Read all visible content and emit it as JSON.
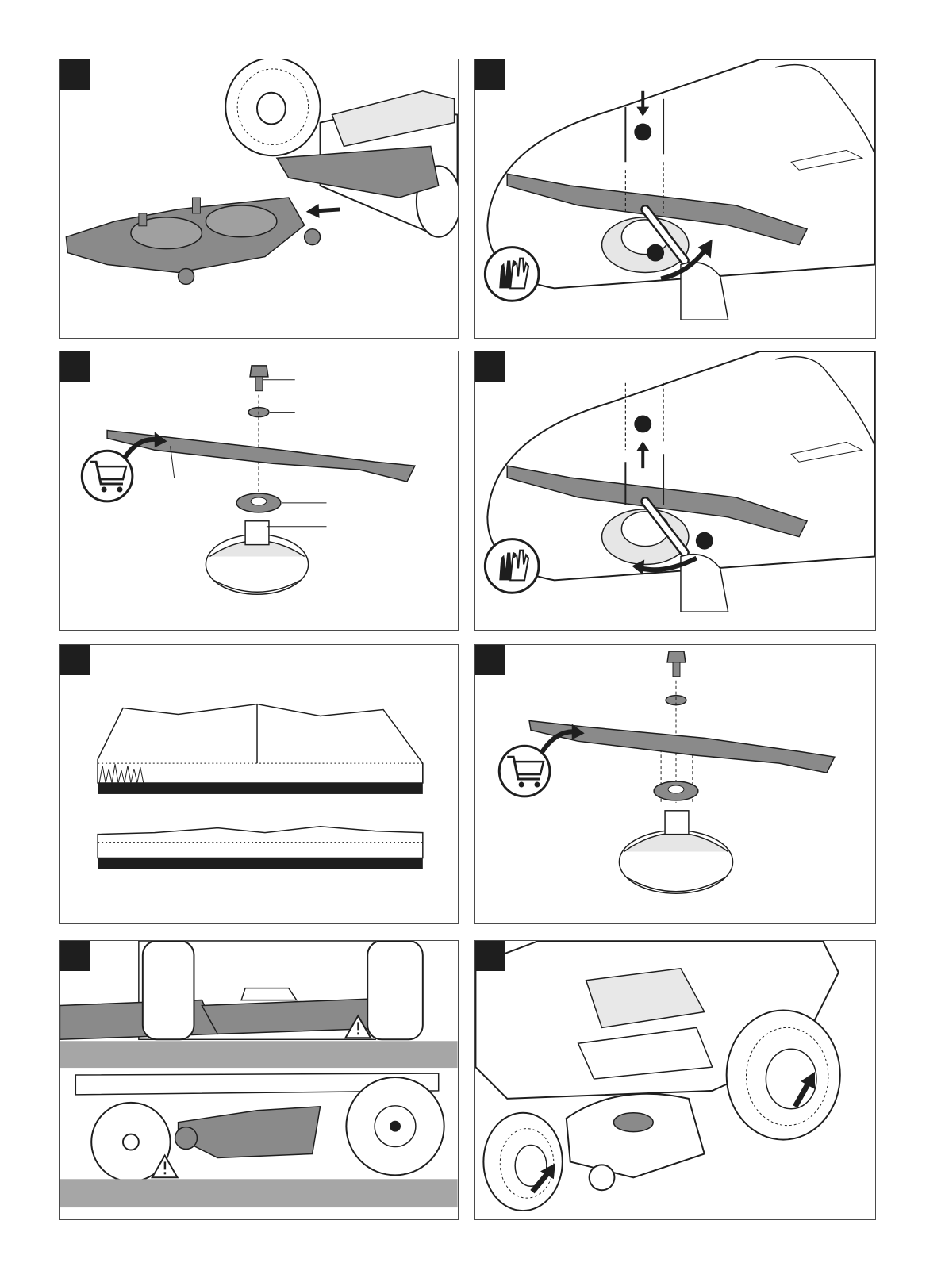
{
  "page": {
    "panels": [
      {
        "id": 1,
        "illustration": "deck-removal"
      },
      {
        "id": 2,
        "illustration": "blade-loosen"
      },
      {
        "id": 3,
        "illustration": "blade-exploded"
      },
      {
        "id": 4,
        "illustration": "blade-tighten"
      },
      {
        "id": 5,
        "illustration": "grass-height"
      },
      {
        "id": 6,
        "illustration": "blade-exploded"
      },
      {
        "id": 7,
        "illustration": "deck-side-views"
      },
      {
        "id": 8,
        "illustration": "tractor-wheels"
      }
    ],
    "icons": [
      "gloves-icon",
      "shopping-cart-icon",
      "warning-icon",
      "arrow-icon"
    ],
    "colors": {
      "line": "#1e1e1e",
      "part_fill": "#8a8a8a",
      "light_fill": "#cfcfcf",
      "band": "#a6a6a6",
      "step_box": "#1e1e1e"
    }
  }
}
